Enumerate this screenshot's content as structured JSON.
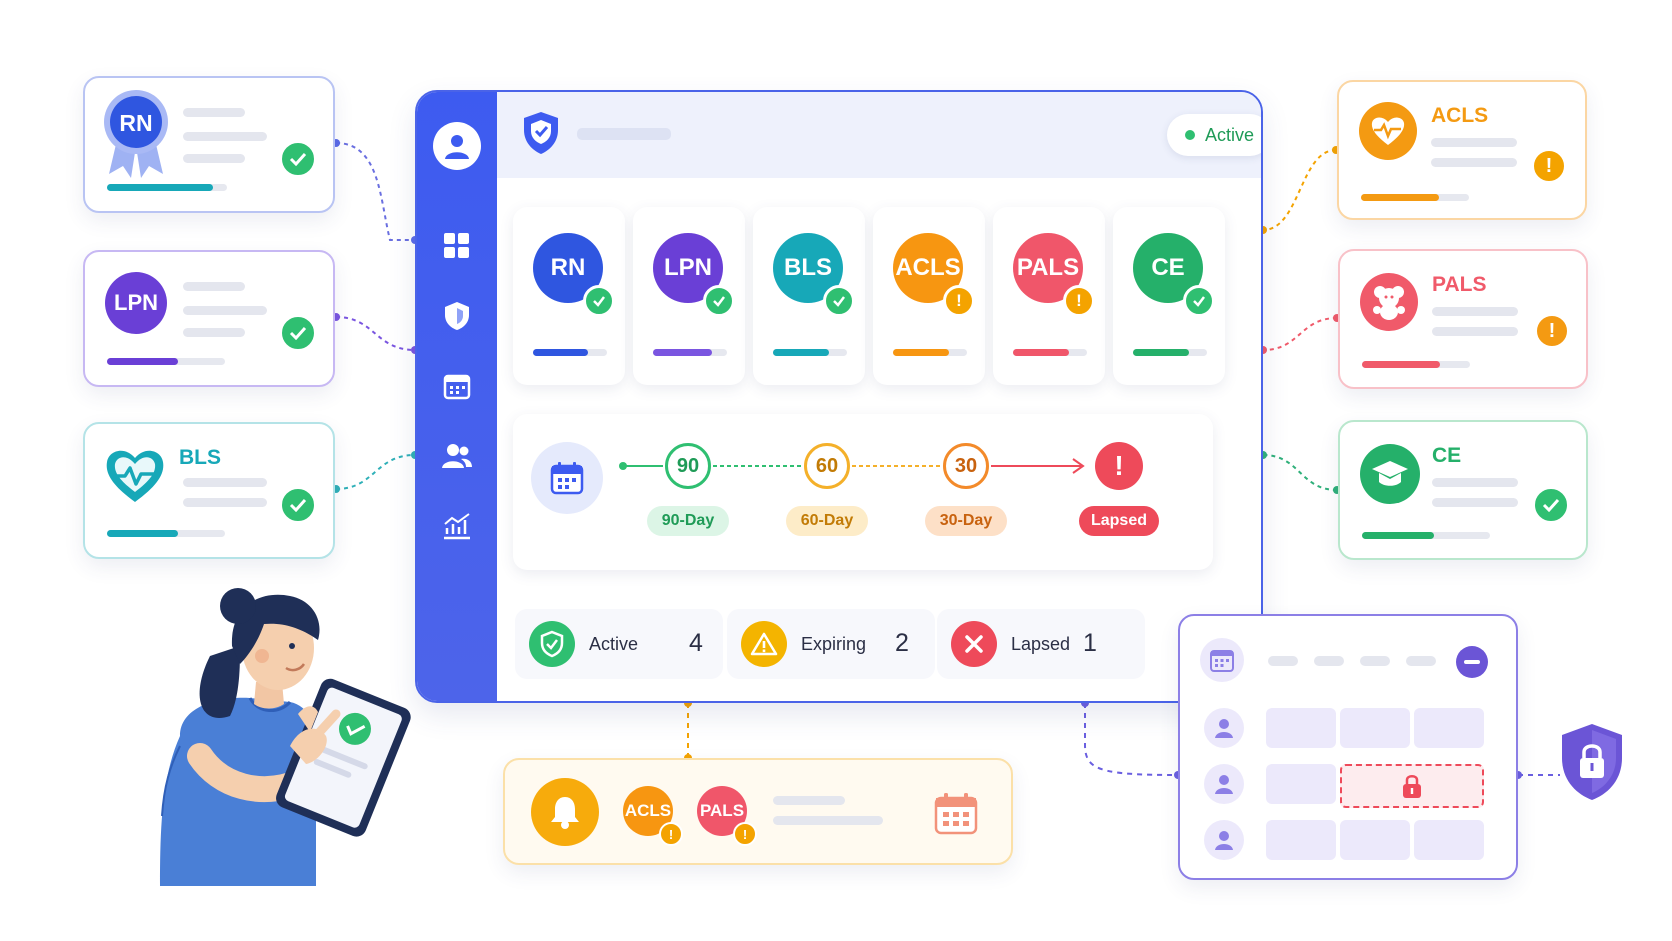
{
  "status_chip": {
    "label": "Active",
    "color": "#2fbf71"
  },
  "left_cards": [
    {
      "label": "RN",
      "color": "#2f56e0",
      "status": "valid"
    },
    {
      "label": "LPN",
      "color": "#6a3fd6",
      "status": "valid"
    },
    {
      "label": "BLS",
      "color": "#17a8b8",
      "status": "valid"
    }
  ],
  "right_cards": [
    {
      "label": "ACLS",
      "color": "#f49a12",
      "status": "expiring"
    },
    {
      "label": "PALS",
      "color": "#f05a6a",
      "status": "expiring"
    },
    {
      "label": "CE",
      "color": "#25b06a",
      "status": "valid"
    }
  ],
  "credentials": [
    {
      "label": "RN",
      "color": "#2f56e0",
      "status": "valid"
    },
    {
      "label": "LPN",
      "color": "#6a3fd6",
      "status": "valid"
    },
    {
      "label": "BLS",
      "color": "#17a8b8",
      "status": "valid"
    },
    {
      "label": "ACLS",
      "color": "#f79611",
      "status": "expiring"
    },
    {
      "label": "PALS",
      "color": "#f0566a",
      "status": "expiring"
    },
    {
      "label": "CE",
      "color": "#25b06a",
      "status": "valid"
    }
  ],
  "timeline": {
    "steps": [
      {
        "number": "90",
        "label": "90-Day",
        "color": "#2fbf71",
        "pill_bg": "#dcf5e6",
        "pill_fg": "#1f9b57"
      },
      {
        "number": "60",
        "label": "60-Day",
        "color": "#f4b02a",
        "pill_bg": "#fdecc8",
        "pill_fg": "#c27b06"
      },
      {
        "number": "30",
        "label": "30-Day",
        "color": "#f38a2a",
        "pill_bg": "#fde0c7",
        "pill_fg": "#c8620f"
      }
    ],
    "final": {
      "symbol": "!",
      "label": "Lapsed",
      "color": "#ee4a5a"
    }
  },
  "stats": [
    {
      "label": "Active",
      "count": "4",
      "color": "#2fbf71",
      "icon": "shield-check-icon"
    },
    {
      "label": "Expiring",
      "count": "2",
      "color": "#f4b400",
      "icon": "warning-icon"
    },
    {
      "label": "Lapsed",
      "count": "1",
      "color": "#ee4a5a",
      "icon": "x-icon"
    }
  ],
  "alert_panel": {
    "badges": [
      "ACLS",
      "PALS"
    ],
    "badge_colors": [
      "#f79611",
      "#f0566a"
    ]
  },
  "nav_icons": [
    "dashboard-icon",
    "shield-icon",
    "calendar-icon",
    "users-icon",
    "chart-icon"
  ]
}
